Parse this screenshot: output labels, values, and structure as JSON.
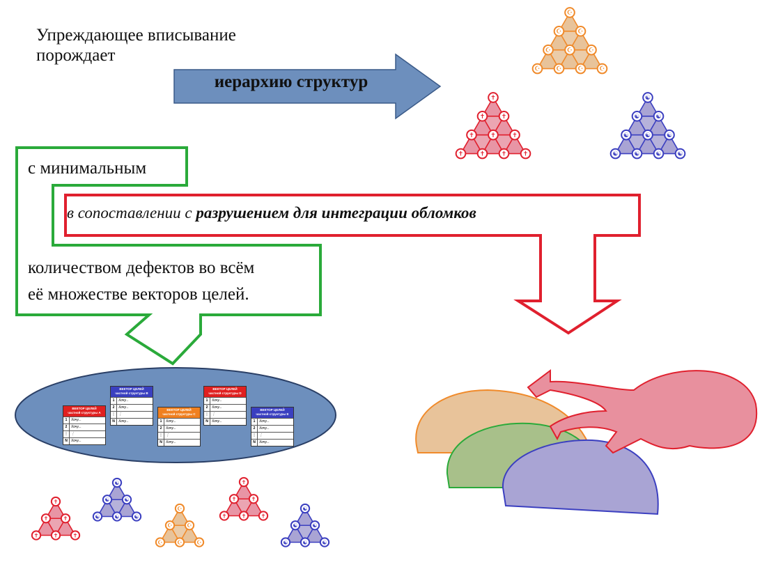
{
  "texts": {
    "intro_line1": "Упреждающее вписывание",
    "intro_line2": "порождает",
    "big_arrow_label": "иерархию структур",
    "green_top": "с минимальным",
    "red_part1": "в сопоставлении с ",
    "red_part2": "разрушением для интеграции обломков",
    "green_bottom_line1": "количеством дефектов во всём",
    "green_bottom_line2": "её множестве векторов целей."
  },
  "cards": [
    {
      "title": "ВЕКТОР ЦЕЛЕЙ",
      "subtitle": "частной структуры A",
      "color": "#e02020",
      "rows": [
        {
          "n": "1",
          "t": "Хочу..."
        },
        {
          "n": "2",
          "t": "Хочу..."
        },
        {
          "n": "⋮",
          "t": "⋮"
        },
        {
          "n": "N",
          "t": "Хочу..."
        }
      ]
    },
    {
      "title": "ВЕКТОР ЦЕЛЕЙ",
      "subtitle": "частной структуры B",
      "color": "#3a3fc0",
      "rows": [
        {
          "n": "1",
          "t": "Хочу..."
        },
        {
          "n": "2",
          "t": "Хочу..."
        },
        {
          "n": "⋮",
          "t": "⋮"
        },
        {
          "n": "N",
          "t": "Хочу..."
        }
      ]
    },
    {
      "title": "ВЕКТОР ЦЕЛЕЙ",
      "subtitle": "частной структуры C",
      "color": "#f08020",
      "rows": [
        {
          "n": "1",
          "t": "Хочу..."
        },
        {
          "n": "2",
          "t": "Хочу..."
        },
        {
          "n": "⋮",
          "t": "⋮"
        },
        {
          "n": "N",
          "t": "Хочу..."
        }
      ]
    },
    {
      "title": "ВЕКТОР ЦЕЛЕЙ",
      "subtitle": "частной структуры D",
      "color": "#e02020",
      "rows": [
        {
          "n": "1",
          "t": "Хочу..."
        },
        {
          "n": "2",
          "t": "Хочу..."
        },
        {
          "n": "⋮",
          "t": "⋮"
        },
        {
          "n": "N",
          "t": "Хочу..."
        }
      ]
    },
    {
      "title": "ВЕКТОР ЦЕЛЕЙ",
      "subtitle": "частной структуры E",
      "color": "#3a3fc0",
      "rows": [
        {
          "n": "1",
          "t": "Хочу..."
        },
        {
          "n": "2",
          "t": "Хочу..."
        },
        {
          "n": "⋮",
          "t": "⋮"
        },
        {
          "n": "N",
          "t": "Хочу..."
        }
      ]
    }
  ],
  "symbols": {
    "orange": "☪",
    "red": "✝",
    "blue": "☯"
  },
  "colors": {
    "orange": "#f08a2a",
    "orange_fill": "#e8c39a",
    "red": "#e0202e",
    "red_fill": "#e895a5",
    "blue": "#3b3fc0",
    "blue_fill": "#a9a4d4",
    "green_outline": "#2aaa3a",
    "red_outline": "#e0202e",
    "big_arrow": "#6d8fbd",
    "ellipse": "#6d8fbd",
    "green_blob": "#a8c08a"
  }
}
